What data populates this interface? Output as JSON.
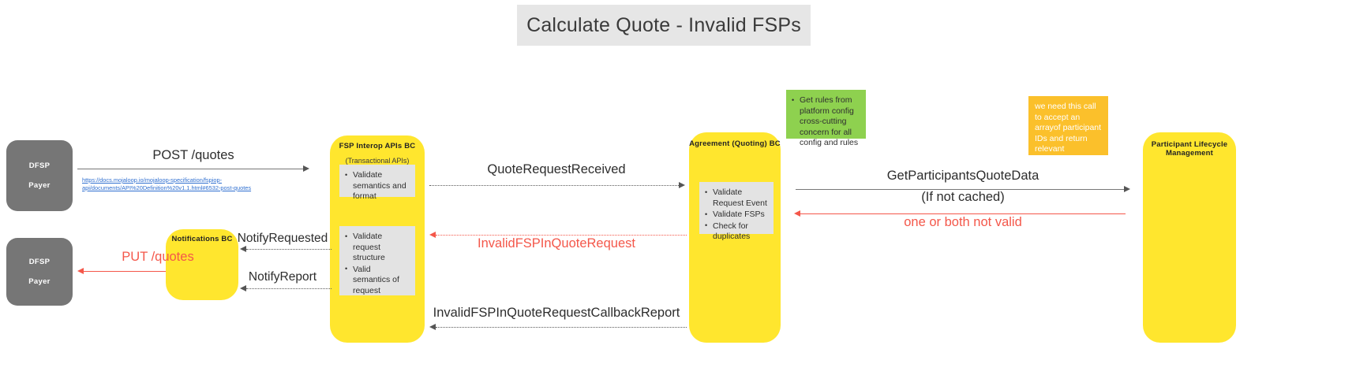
{
  "title": {
    "text": "Calculate Quote - Invalid FSPs"
  },
  "actors": {
    "dfsp_payer_top": {
      "line1": "DFSP",
      "line2": "Payer"
    },
    "dfsp_payer_bottom": {
      "line1": "DFSP",
      "line2": "Payer"
    },
    "fsp_interop": {
      "title": "FSP Interop APIs BC",
      "subtitle": "(Transactional APIs)"
    },
    "notifications": {
      "title": "Notifications BC"
    },
    "agreement": {
      "title": "Agreement (Quoting) BC"
    },
    "participant_lifecycle": {
      "line1": "Participant Lifecycle",
      "line2": "Management"
    }
  },
  "notes": {
    "validate_semantics": {
      "items": [
        "Validate semantics and format"
      ]
    },
    "validate_request": {
      "items": [
        "Validate request structure",
        "Valid semantics of request"
      ]
    },
    "agreement_checks": {
      "items": [
        "Validate Request Event",
        "Validate FSPs",
        "Check for duplicates"
      ]
    },
    "green_rules": {
      "items": [
        "Get rules from platform config cross-cutting concern for all config and rules"
      ],
      "color": "#8ed14f"
    },
    "orange_call": {
      "text": "we need this call to accept an arrayof participant IDs and return relevant participant data, including status flags",
      "color": "#fbc02b"
    }
  },
  "messages": {
    "post_quotes": {
      "label": "POST /quotes"
    },
    "post_quotes_url": {
      "text": "https://docs.mojaloop.io/mojaloop-specification/fspiop-api/documents/API%20Definition%20v1.1.html#6532-post-quotes"
    },
    "quote_request_received": {
      "label": "QuoteRequestReceived"
    },
    "get_participants_quote_data": {
      "label": "GetParticipantsQuoteData",
      "sublabel": "(If not cached)"
    },
    "one_or_both_not_valid": {
      "label": "one or both not valid",
      "color": "#f4574a"
    },
    "invalid_fsp_in_quote_request": {
      "label": "InvalidFSPInQuoteRequest",
      "color": "#f4574a"
    },
    "notify_requested": {
      "label": "NotifyRequested"
    },
    "notify_report": {
      "label": "NotifyReport"
    },
    "put_quotes": {
      "label": "PUT /quotes",
      "color": "#f4574a"
    },
    "invalid_fsp_callback_report": {
      "label": "InvalidFSPInQuoteRequestCallbackReport"
    }
  }
}
